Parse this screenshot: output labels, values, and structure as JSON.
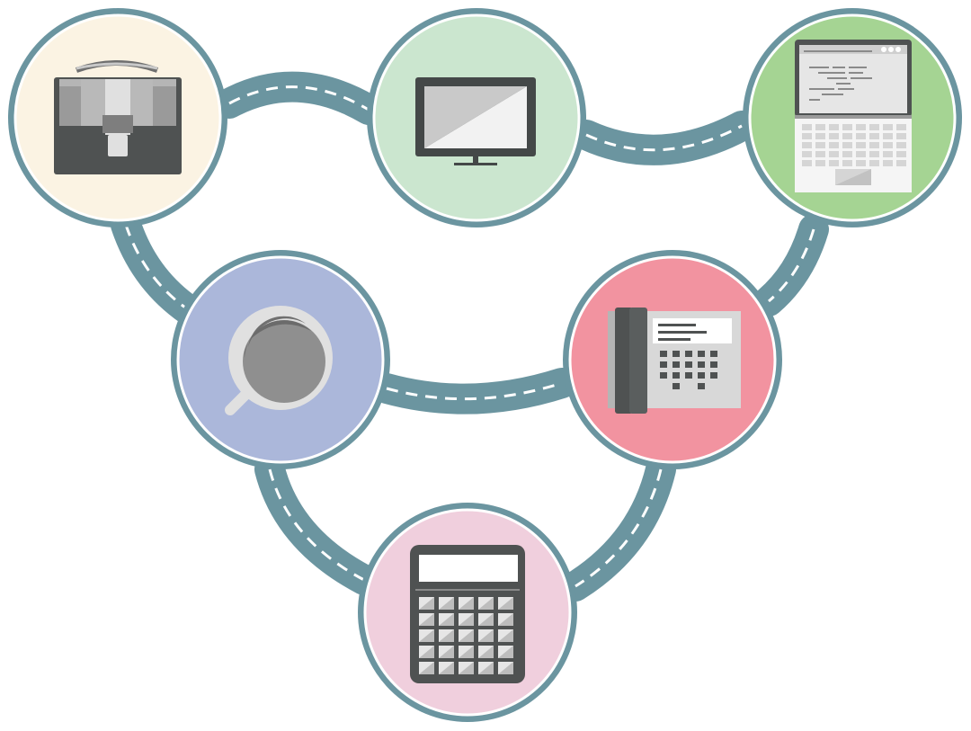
{
  "diagram": {
    "type": "network-of-icons",
    "colors": {
      "road": "#6b95a0",
      "road_dash": "#ffffff",
      "ring": "#6b95a0",
      "icon_dark": "#4f5252",
      "icon_mid": "#9a9a9a",
      "icon_light": "#d5d5d5"
    },
    "nodes": [
      {
        "id": "briefcase",
        "icon": "briefcase-icon",
        "fill": "#fbf3e3"
      },
      {
        "id": "monitor",
        "icon": "monitor-icon",
        "fill": "#cbe6cf"
      },
      {
        "id": "laptop",
        "icon": "laptop-icon",
        "fill": "#a5d493"
      },
      {
        "id": "coffee",
        "icon": "coffee-cup-icon",
        "fill": "#abb7da"
      },
      {
        "id": "telephone",
        "icon": "desk-phone-icon",
        "fill": "#f293a0"
      },
      {
        "id": "calculator",
        "icon": "calculator-icon",
        "fill": "#f0cfdd"
      }
    ],
    "connections": [
      [
        "briefcase",
        "monitor"
      ],
      [
        "monitor",
        "laptop"
      ],
      [
        "briefcase",
        "coffee"
      ],
      [
        "laptop",
        "telephone"
      ],
      [
        "coffee",
        "telephone"
      ],
      [
        "coffee",
        "calculator"
      ],
      [
        "telephone",
        "calculator"
      ]
    ]
  }
}
